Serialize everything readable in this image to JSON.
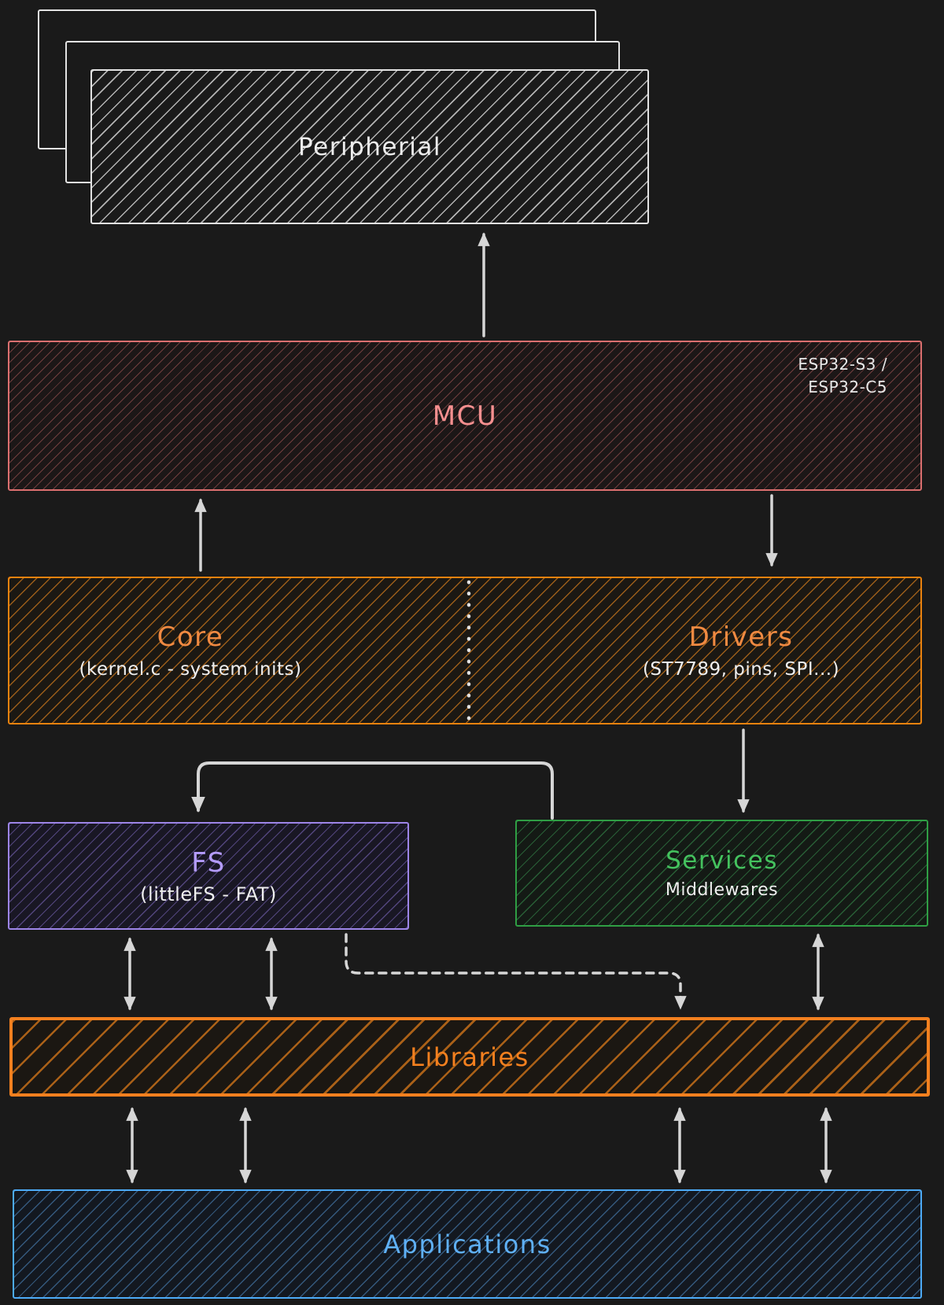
{
  "colors": {
    "bg": "#1a1a1a",
    "arrow": "#d6d6d6",
    "peripheral-accent": "#e3e3e3",
    "peripheral-text": "#ededed",
    "mcu-accent": "#db6f6f",
    "mcu-text": "#f79090",
    "note-text": "#e8e8e8",
    "core-accent": "#ea820e",
    "core-text": "#f08a42",
    "sub-text": "#efefef",
    "fs-accent": "#9d85e8",
    "fs-text": "#b49cfc",
    "services-accent": "#2f9e44",
    "services-text": "#44c25e",
    "libraries-accent": "#f4801f",
    "applications-accent": "#4dabf7",
    "applications-text": "#5fb0f5"
  },
  "nodes": {
    "peripheral": {
      "label": "Peripherial"
    },
    "mcu": {
      "label": "MCU",
      "note": [
        "ESP32-S3 /",
        "ESP32-C5"
      ]
    },
    "core": {
      "label": "Core",
      "sublabel": "(kernel.c - system inits)"
    },
    "drivers": {
      "label": "Drivers",
      "sublabel": "(ST7789, pins, SPI...)"
    },
    "fs": {
      "label": "FS",
      "sublabel": "(littleFS - FAT)"
    },
    "services": {
      "label": "Services",
      "sublabel": "Middlewares"
    },
    "libraries": {
      "label": "Libraries"
    },
    "applications": {
      "label": "Applications"
    }
  }
}
